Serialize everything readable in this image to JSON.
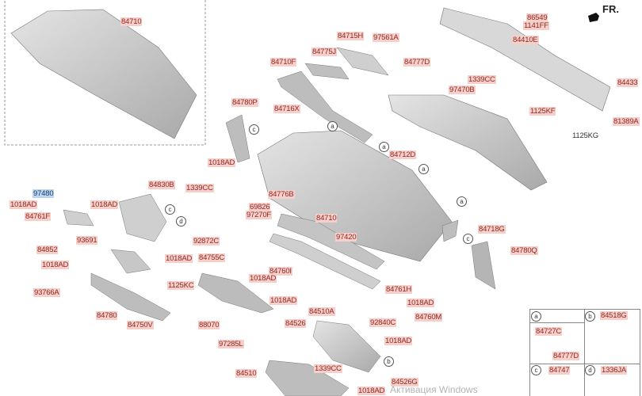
{
  "diagram": {
    "title_arrow": "FR.",
    "watermark": "Активация Windows",
    "inset_labels": [
      "84710"
    ],
    "labels": [
      "84710F",
      "84775J",
      "84715H",
      "97561A",
      "84777D",
      "86549",
      "1141FF",
      "84410E",
      "1339CC",
      "97470B",
      "84433",
      "1125KF",
      "81389A",
      "1125KG",
      "84780P",
      "84716X",
      "84712D",
      "1018AD",
      "1339CC",
      "84776B",
      "97480",
      "84830B",
      "1018AD",
      "1018AD",
      "84761F",
      "69826",
      "97270F",
      "84710",
      "97420",
      "84718G",
      "84780Q",
      "93691",
      "84852",
      "92872C",
      "1018AD",
      "84755C",
      "1018AD",
      "84760I",
      "1018AD",
      "1125KC",
      "93766A",
      "84761H",
      "1018AD",
      "1018AD",
      "84780",
      "84750V",
      "88070",
      "84510A",
      "92840C",
      "84760M",
      "84526",
      "97285L",
      "1018AD",
      "1339CC",
      "84510",
      "84526G",
      "1018AD"
    ],
    "callouts": [
      "a",
      "a",
      "a",
      "a",
      "c",
      "c",
      "c",
      "d",
      "b"
    ],
    "legend_table": {
      "a": {
        "key": "a",
        "parts": [
          "84727C",
          "84777D"
        ]
      },
      "b": {
        "key": "b",
        "part": "84518G"
      },
      "c": {
        "key": "c",
        "part": "84747"
      },
      "d": {
        "key": "d",
        "part": "1336JA"
      }
    },
    "colors": {
      "label_bg": "#f7cfca",
      "label_text": "#8e2a22",
      "highlight_bg": "#bcd6f2",
      "part_fill": "#c9c9c9"
    }
  }
}
